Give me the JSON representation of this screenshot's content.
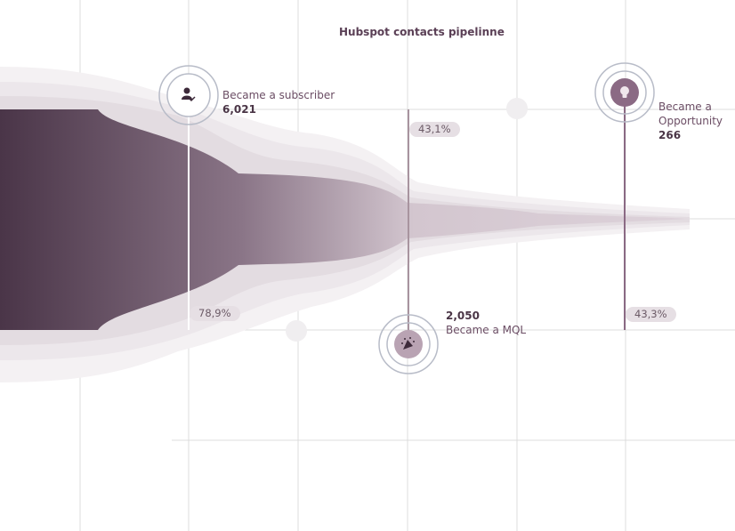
{
  "chart_data": {
    "type": "funnel",
    "title": "Hubspot contacts pipelinne",
    "stages": [
      {
        "label": "Became a subscriber",
        "value": "6,021",
        "icon": "user-check-icon"
      },
      {
        "label": "Became a MQL",
        "value": "2,050",
        "icon": "party-popper-icon"
      },
      {
        "label": "Became a Opportunity",
        "value": "266",
        "icon": "lightbulb-icon"
      }
    ],
    "conversion_rates": [
      "78,9%",
      "43,1%",
      "43,3%"
    ],
    "grid": true
  },
  "colors": {
    "dark": "#4a3548",
    "light": "#ddd2da",
    "accent": "#8b6a84",
    "text": "#5a3f55"
  }
}
